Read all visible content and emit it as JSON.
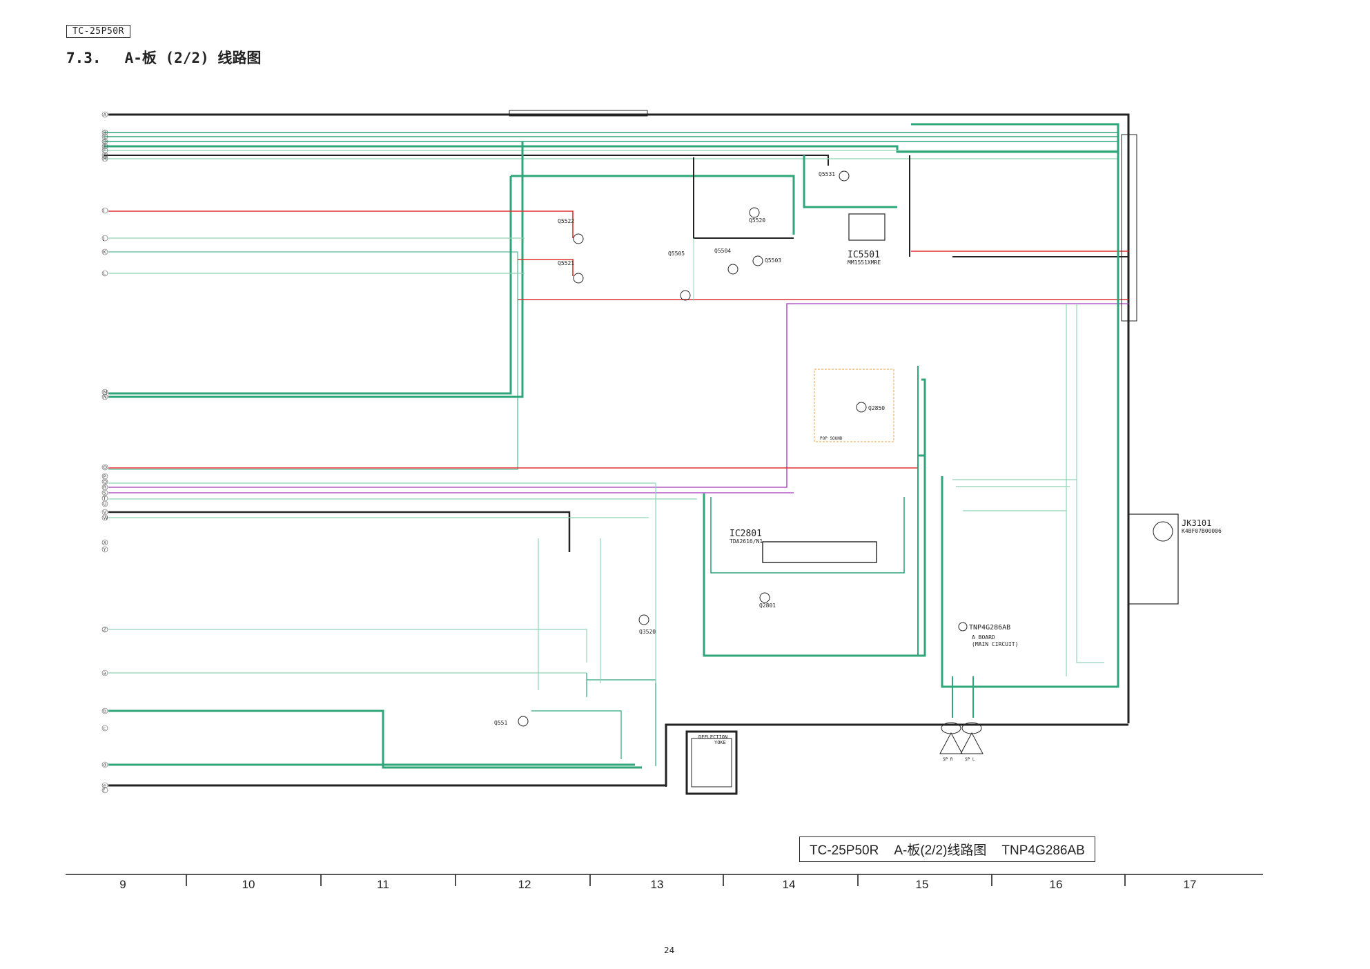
{
  "header": {
    "model_tag": "TC-25P50R",
    "section_number": "7.3.",
    "section_title": "A-板 (2/2) 线路图"
  },
  "title_block": {
    "model": "TC-25P50R",
    "title": "A-板(2/2)线路图",
    "part_number": "TNP4G286AB"
  },
  "row_markers": [
    "A",
    "B",
    "C",
    "D",
    "E",
    "F",
    "G",
    "H",
    "I",
    "J",
    "K",
    "L",
    "M",
    "N",
    "O",
    "P",
    "Q",
    "R",
    "S",
    "T",
    "U",
    "V",
    "W",
    "X",
    "Y",
    "Z",
    "a",
    "b",
    "c",
    "d",
    "e",
    "f"
  ],
  "column_scale": [
    "9",
    "10",
    "11",
    "12",
    "13",
    "14",
    "15",
    "16",
    "17"
  ],
  "components": {
    "ic5501": {
      "ref": "IC5501",
      "part": "MM1551XMRE"
    },
    "ic2801": {
      "ref": "IC2801",
      "part": "TDA2616/N1"
    },
    "jk3101": {
      "ref": "JK3101",
      "part": "K4BF07B00006"
    },
    "board_note": {
      "ref": "TNP4G286AB",
      "line1": "A BOARD",
      "line2": "(MAIN CIRCUIT)"
    },
    "deflection_yoke": {
      "label1": "DEFLECTION",
      "label2": "YOKE"
    },
    "pop_sound_label": "POP SOUND",
    "transistors": [
      "Q5522",
      "Q5521",
      "Q5531",
      "Q5505",
      "Q5504",
      "Q5503",
      "Q5520",
      "Q2850",
      "Q2801",
      "Q3520",
      "Q551"
    ],
    "speakers": [
      "SP R",
      "SP L"
    ]
  },
  "colors": {
    "green": "#2fa67a",
    "light_green": "#8fd4b6",
    "red": "#e03030",
    "purple": "#b05ac8",
    "black": "#222222",
    "orange": "#f0a040"
  },
  "page_number": "24"
}
